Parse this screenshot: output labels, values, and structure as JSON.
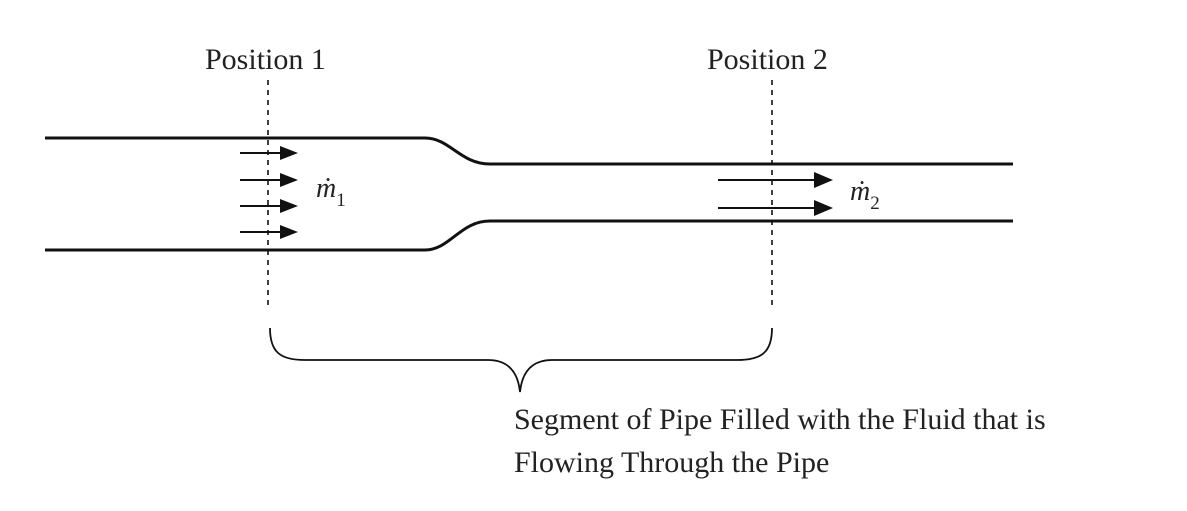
{
  "positions": {
    "p1_label": "Position 1",
    "p2_label": "Position 2"
  },
  "flow": {
    "m1_symbol": "ṁ",
    "m1_subscript": "1",
    "m2_symbol": "ṁ",
    "m2_subscript": "2",
    "inlet_arrow_count": 4,
    "outlet_arrow_count": 2
  },
  "caption": {
    "line1": "Segment of Pipe Filled with the Fluid that is",
    "line2": "Flowing Through the Pipe"
  },
  "colors": {
    "line": "#111111",
    "text": "#222222",
    "background": "#ffffff"
  }
}
